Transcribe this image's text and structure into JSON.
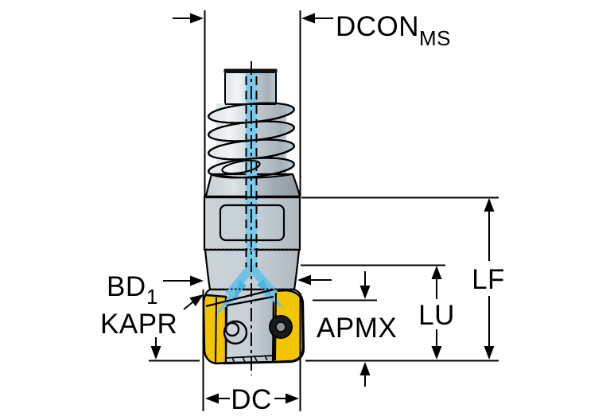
{
  "diagram": {
    "title": "milling-cutter-dimension-drawing",
    "labels": {
      "dcon_main": "DCON",
      "dcon_sub": "MS",
      "bd_main": "BD",
      "bd_sub": "1",
      "kapr": "KAPR",
      "apmx": "APMX",
      "lu": "LU",
      "lf": "LF",
      "dc": "DC"
    },
    "colors": {
      "background": "#FFFFFF",
      "outline": "#000000",
      "insert_yellow": "#F2C500",
      "coolant_blue": "#7CC9E8",
      "coolant_blue_dark": "#4FB4DE",
      "metal_light": "#F0F4F5",
      "metal_mid": "#C4CED4",
      "metal_dark": "#9FABB2"
    }
  }
}
